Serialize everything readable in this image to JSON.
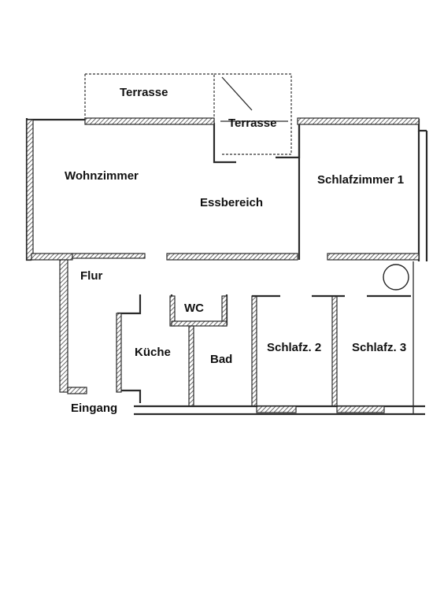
{
  "rooms": {
    "terrasse_left": "Terrasse",
    "terrasse_right": "Terrasse",
    "wohnzimmer": "Wohnzimmer",
    "essbereich": "Essbereich",
    "schlafzimmer1": "Schlafzimmer 1",
    "flur": "Flur",
    "wc": "WC",
    "kueche": "Küche",
    "bad": "Bad",
    "schlafz2": "Schlafz. 2",
    "schlafz3": "Schlafz. 3",
    "eingang": "Eingang"
  },
  "colors": {
    "wall": "#2a2a2a",
    "background": "#ffffff"
  }
}
